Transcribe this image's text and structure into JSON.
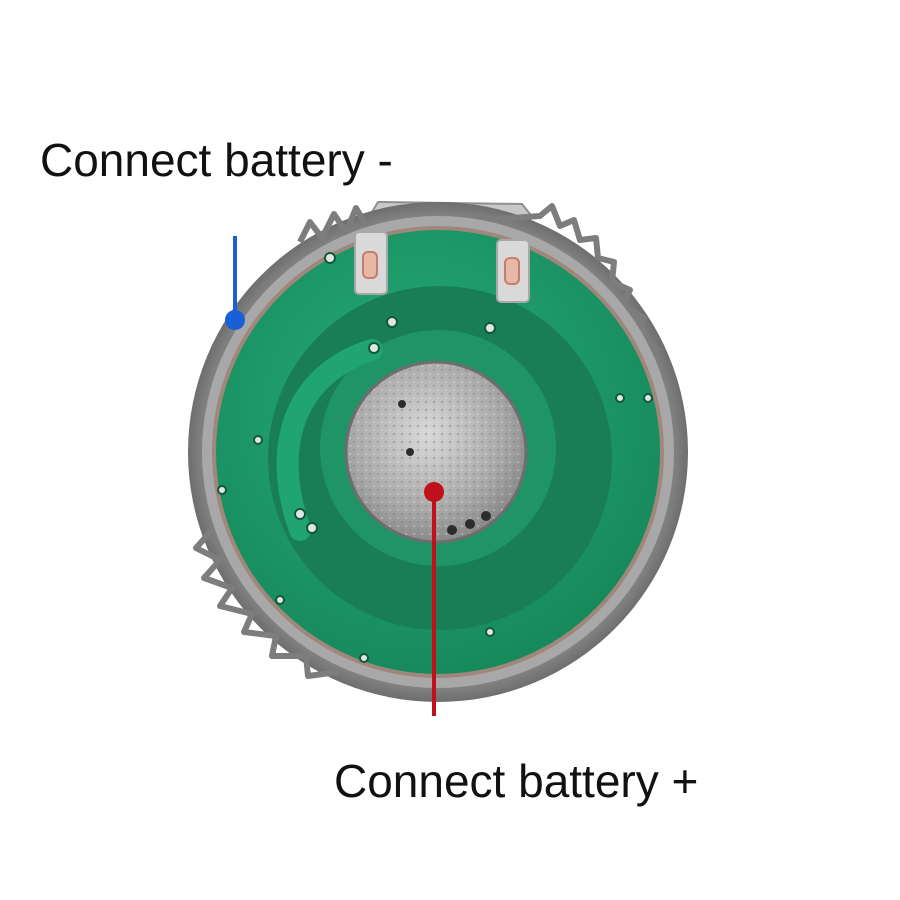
{
  "labels": {
    "negative": "Connect battery -",
    "positive": "Connect battery +"
  },
  "colors": {
    "negative_pointer": "#1a5fd8",
    "positive_pointer": "#c0101a",
    "board_green": "#1e9a6a",
    "inner_copper": "#1b7e57",
    "solder_rim": "#9a9a9a"
  },
  "image": {
    "subject": "circular green PCB driver board with solder rim and center battery contact pad"
  }
}
